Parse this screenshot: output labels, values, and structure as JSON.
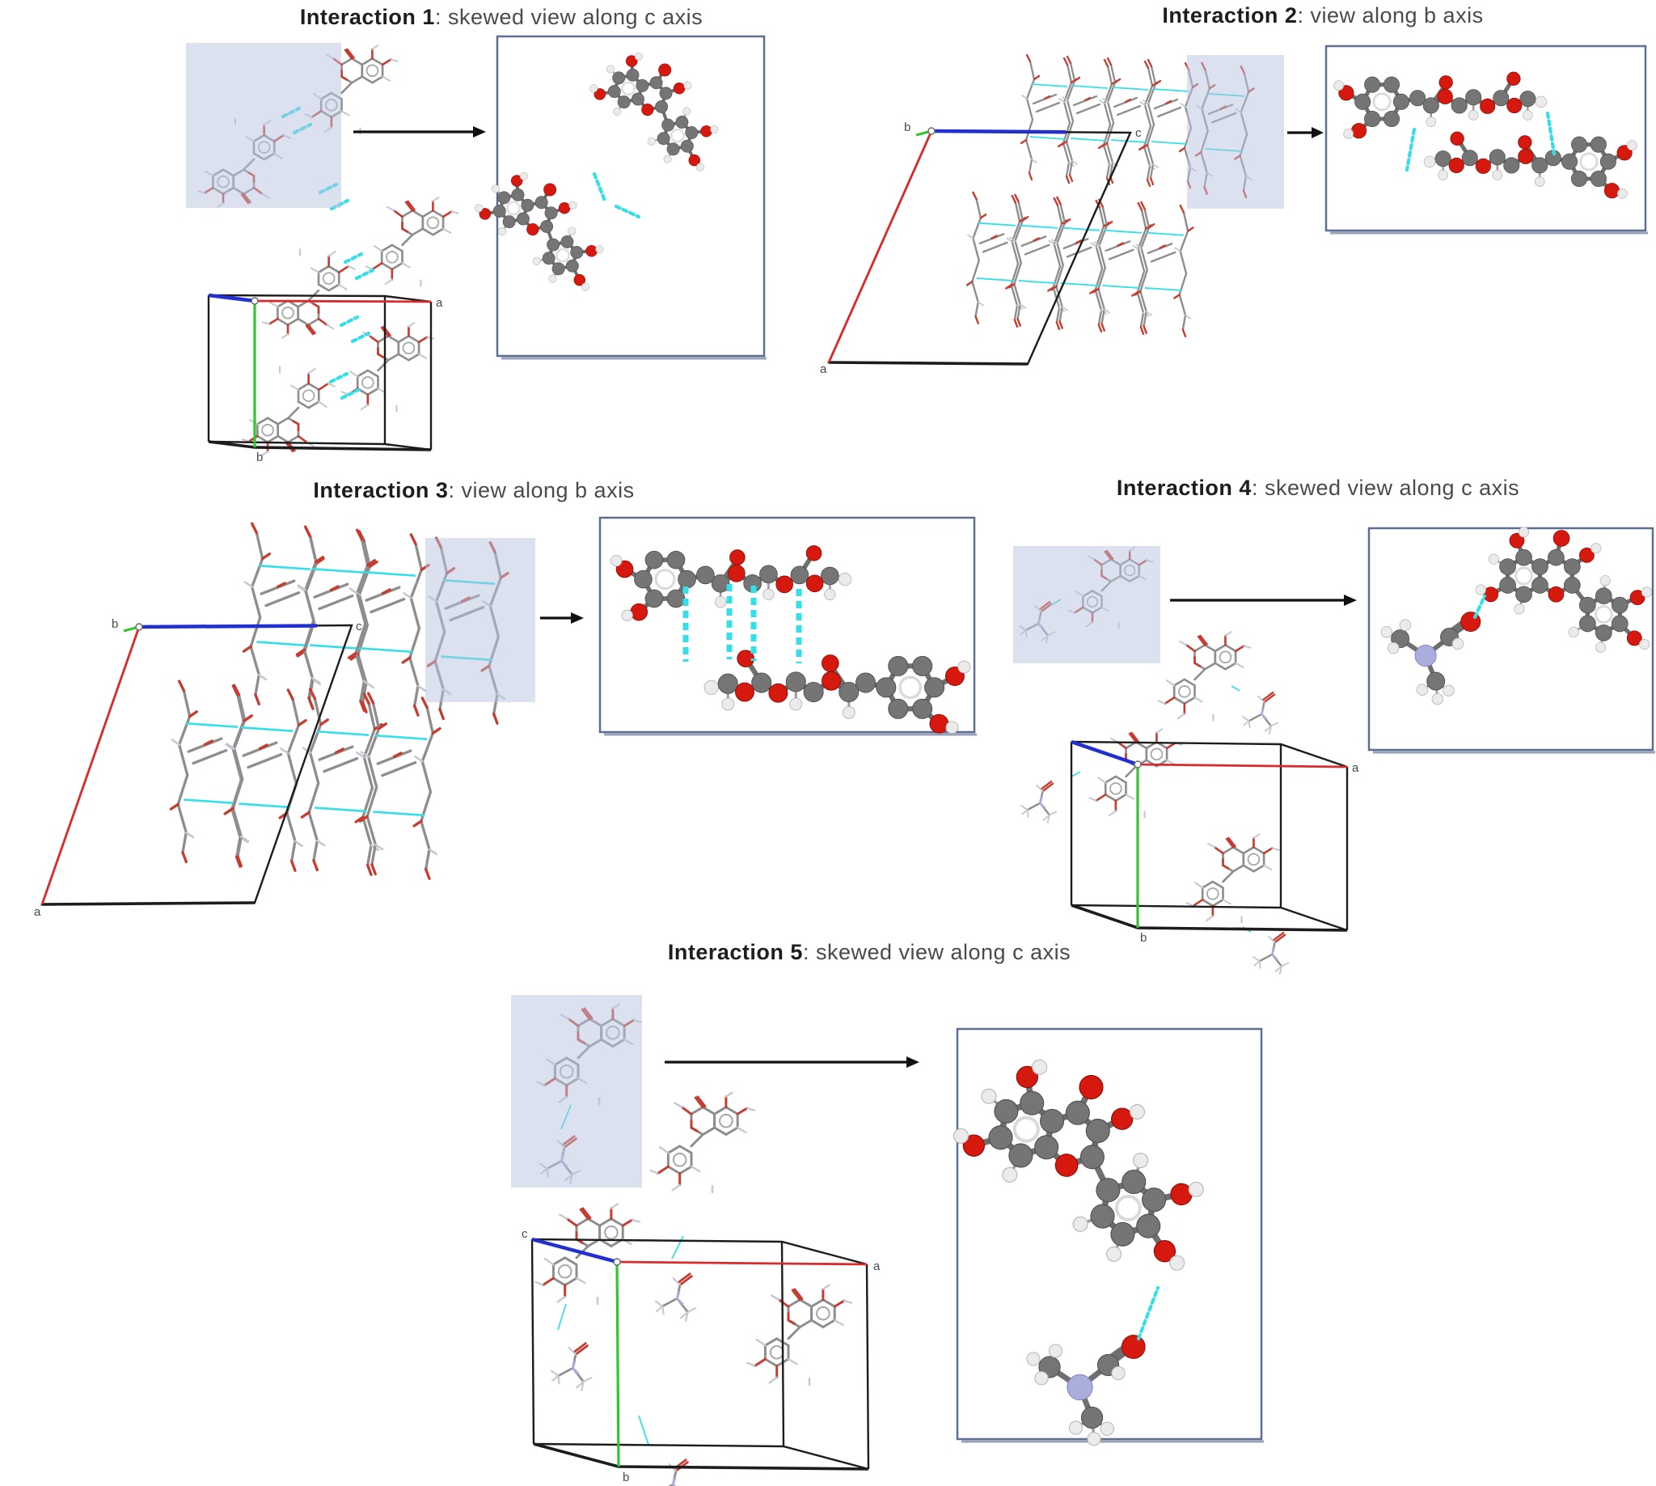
{
  "figure": {
    "description_visible_text_only": true,
    "panels": [
      {
        "title_bold": "Interaction 1",
        "title_rest": ": skewed view along c axis"
      },
      {
        "title_bold": "Interaction 2",
        "title_rest": ": view along b axis"
      },
      {
        "title_bold": "Interaction 3",
        "title_rest": ": view along b axis"
      },
      {
        "title_bold": "Interaction 4",
        "title_rest": ": skewed view along c axis"
      },
      {
        "title_bold": "Interaction 5",
        "title_rest": ": skewed view along c axis"
      }
    ]
  },
  "panels": [
    {
      "title_bold": "Interaction 1",
      "title_rest": ": skewed view along c axis"
    },
    {
      "title_bold": "Interaction 2",
      "title_rest": ": view along b axis"
    },
    {
      "title_bold": "Interaction 3",
      "title_rest": ": view along b axis"
    },
    {
      "title_bold": "Interaction 4",
      "title_rest": ": skewed view along c axis"
    },
    {
      "title_bold": "Interaction 5",
      "title_rest": ": skewed view along c axis"
    }
  ],
  "axis_labels": {
    "o": "o",
    "a": "a",
    "b": "b",
    "c": "c"
  },
  "icons": {
    "zoom_arrow": "arrow-right-icon"
  },
  "palette": {
    "highlight": "#b7c3e0",
    "box_border": "#5d6e90",
    "hbond": "#35dfe8",
    "carbon": "#757575",
    "oxygen": "#d6190f",
    "oxygen_wire": "#c63c30",
    "hydrogen": "#ebebeb",
    "nitrogen": "#a9aedd",
    "axis_a": "#d92b2b",
    "axis_b": "#2fc62f",
    "axis_c": "#2330cf",
    "cell_edge": "#1c1c1c",
    "title_text": "#1d1d1d"
  }
}
